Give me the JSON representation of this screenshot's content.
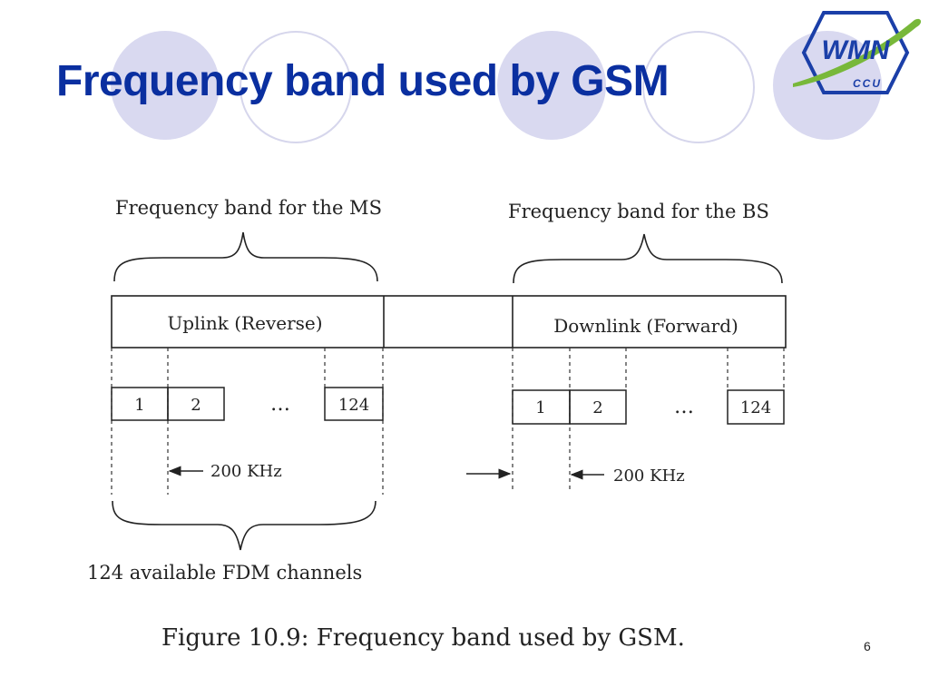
{
  "slide": {
    "title": "Frequency band used by GSM",
    "page_number": "6",
    "accent_color": "#0a2fa0"
  },
  "logo": {
    "text_main": "WMN",
    "text_sub": "CCU",
    "colors": {
      "blue": "#1b3fa8",
      "green": "#78b83a"
    }
  },
  "diagram": {
    "ms_band_label": "Frequency band for the MS",
    "bs_band_label": "Frequency band for the BS",
    "uplink_label": "Uplink (Reverse)",
    "downlink_label": "Downlink (Forward)",
    "uplink_channels": [
      "1",
      "2",
      "124"
    ],
    "downlink_channels": [
      "1",
      "2",
      "124"
    ],
    "ellipsis": "…",
    "spacing_label_left": "200 KHz",
    "spacing_label_right": "200 KHz",
    "channels_label": "124 available FDM channels",
    "caption": "Figure 10.9:  Frequency band used by GSM."
  }
}
